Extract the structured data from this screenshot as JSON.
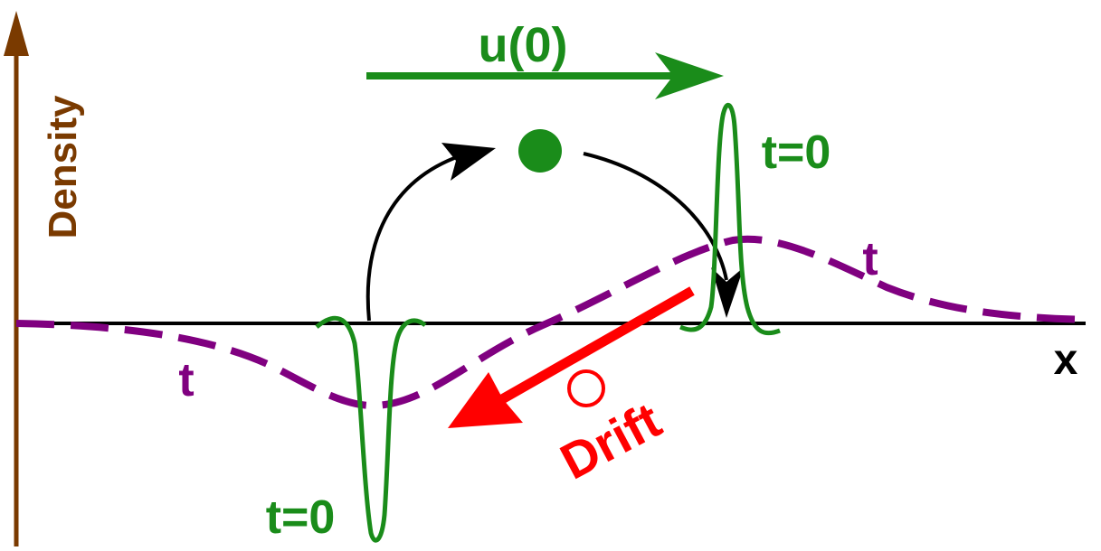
{
  "diagram": {
    "axes": {
      "y_label": "Density",
      "x_label": "x"
    },
    "velocity_label": "u(0)",
    "initial_peak_label": "t=0",
    "initial_trough_label": "t=0",
    "later_time_label_right": "t",
    "later_time_label_left": "t",
    "drift_label": "Drift",
    "colors": {
      "axis_y": "#7a3a00",
      "baseline": "#000000",
      "initial": "#1a8c1a",
      "later": "#800080",
      "drift": "#ff0000",
      "arc": "#000000"
    }
  }
}
